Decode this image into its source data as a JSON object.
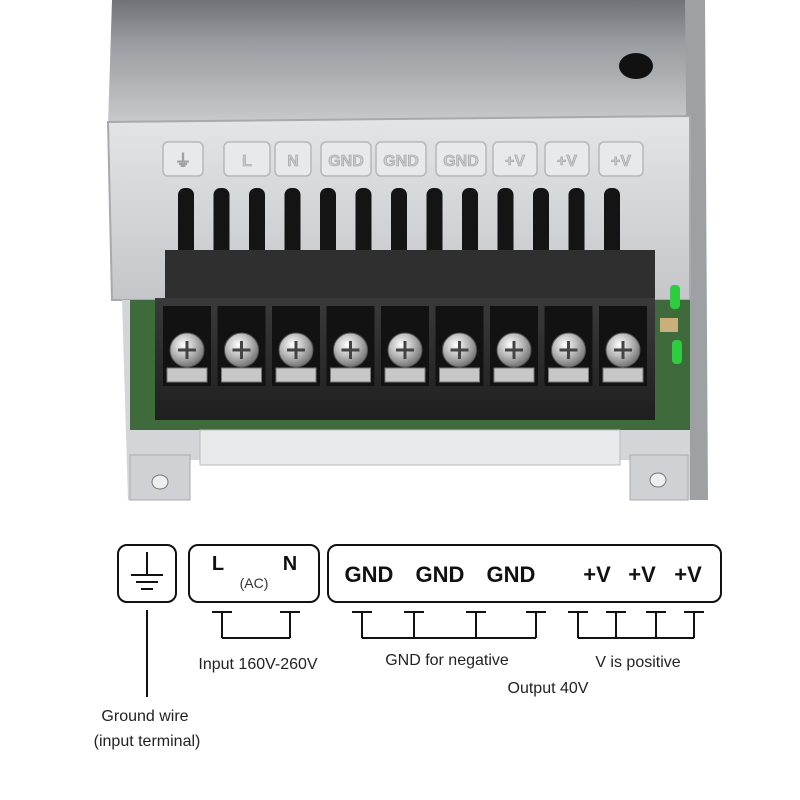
{
  "device_photo": {
    "embossed_labels": [
      "⏚",
      "L",
      "N",
      "GND",
      "GND",
      "GND",
      "+V",
      "+V",
      "+V"
    ],
    "colors": {
      "casing": "#b8babd",
      "terminal_block": "#2a2a2a",
      "pcb": "#3f6b3c",
      "led": "#2ecc40"
    }
  },
  "diagram": {
    "ground_symbol": "earth-ground-icon",
    "input_box": {
      "l_label": "L",
      "n_label": "N",
      "ac_label": "(AC)"
    },
    "output_box": {
      "gnd_labels": [
        "GND",
        "GND",
        "GND"
      ],
      "pos_labels": [
        "+V",
        "+V",
        "+V"
      ]
    },
    "captions": {
      "input_range": "Input 160V-260V",
      "gnd_caption": "GND for negative",
      "pos_caption": "V is positive",
      "output": "Output 40V",
      "ground_line1": "Ground wire",
      "ground_line2": "(input terminal)"
    }
  }
}
